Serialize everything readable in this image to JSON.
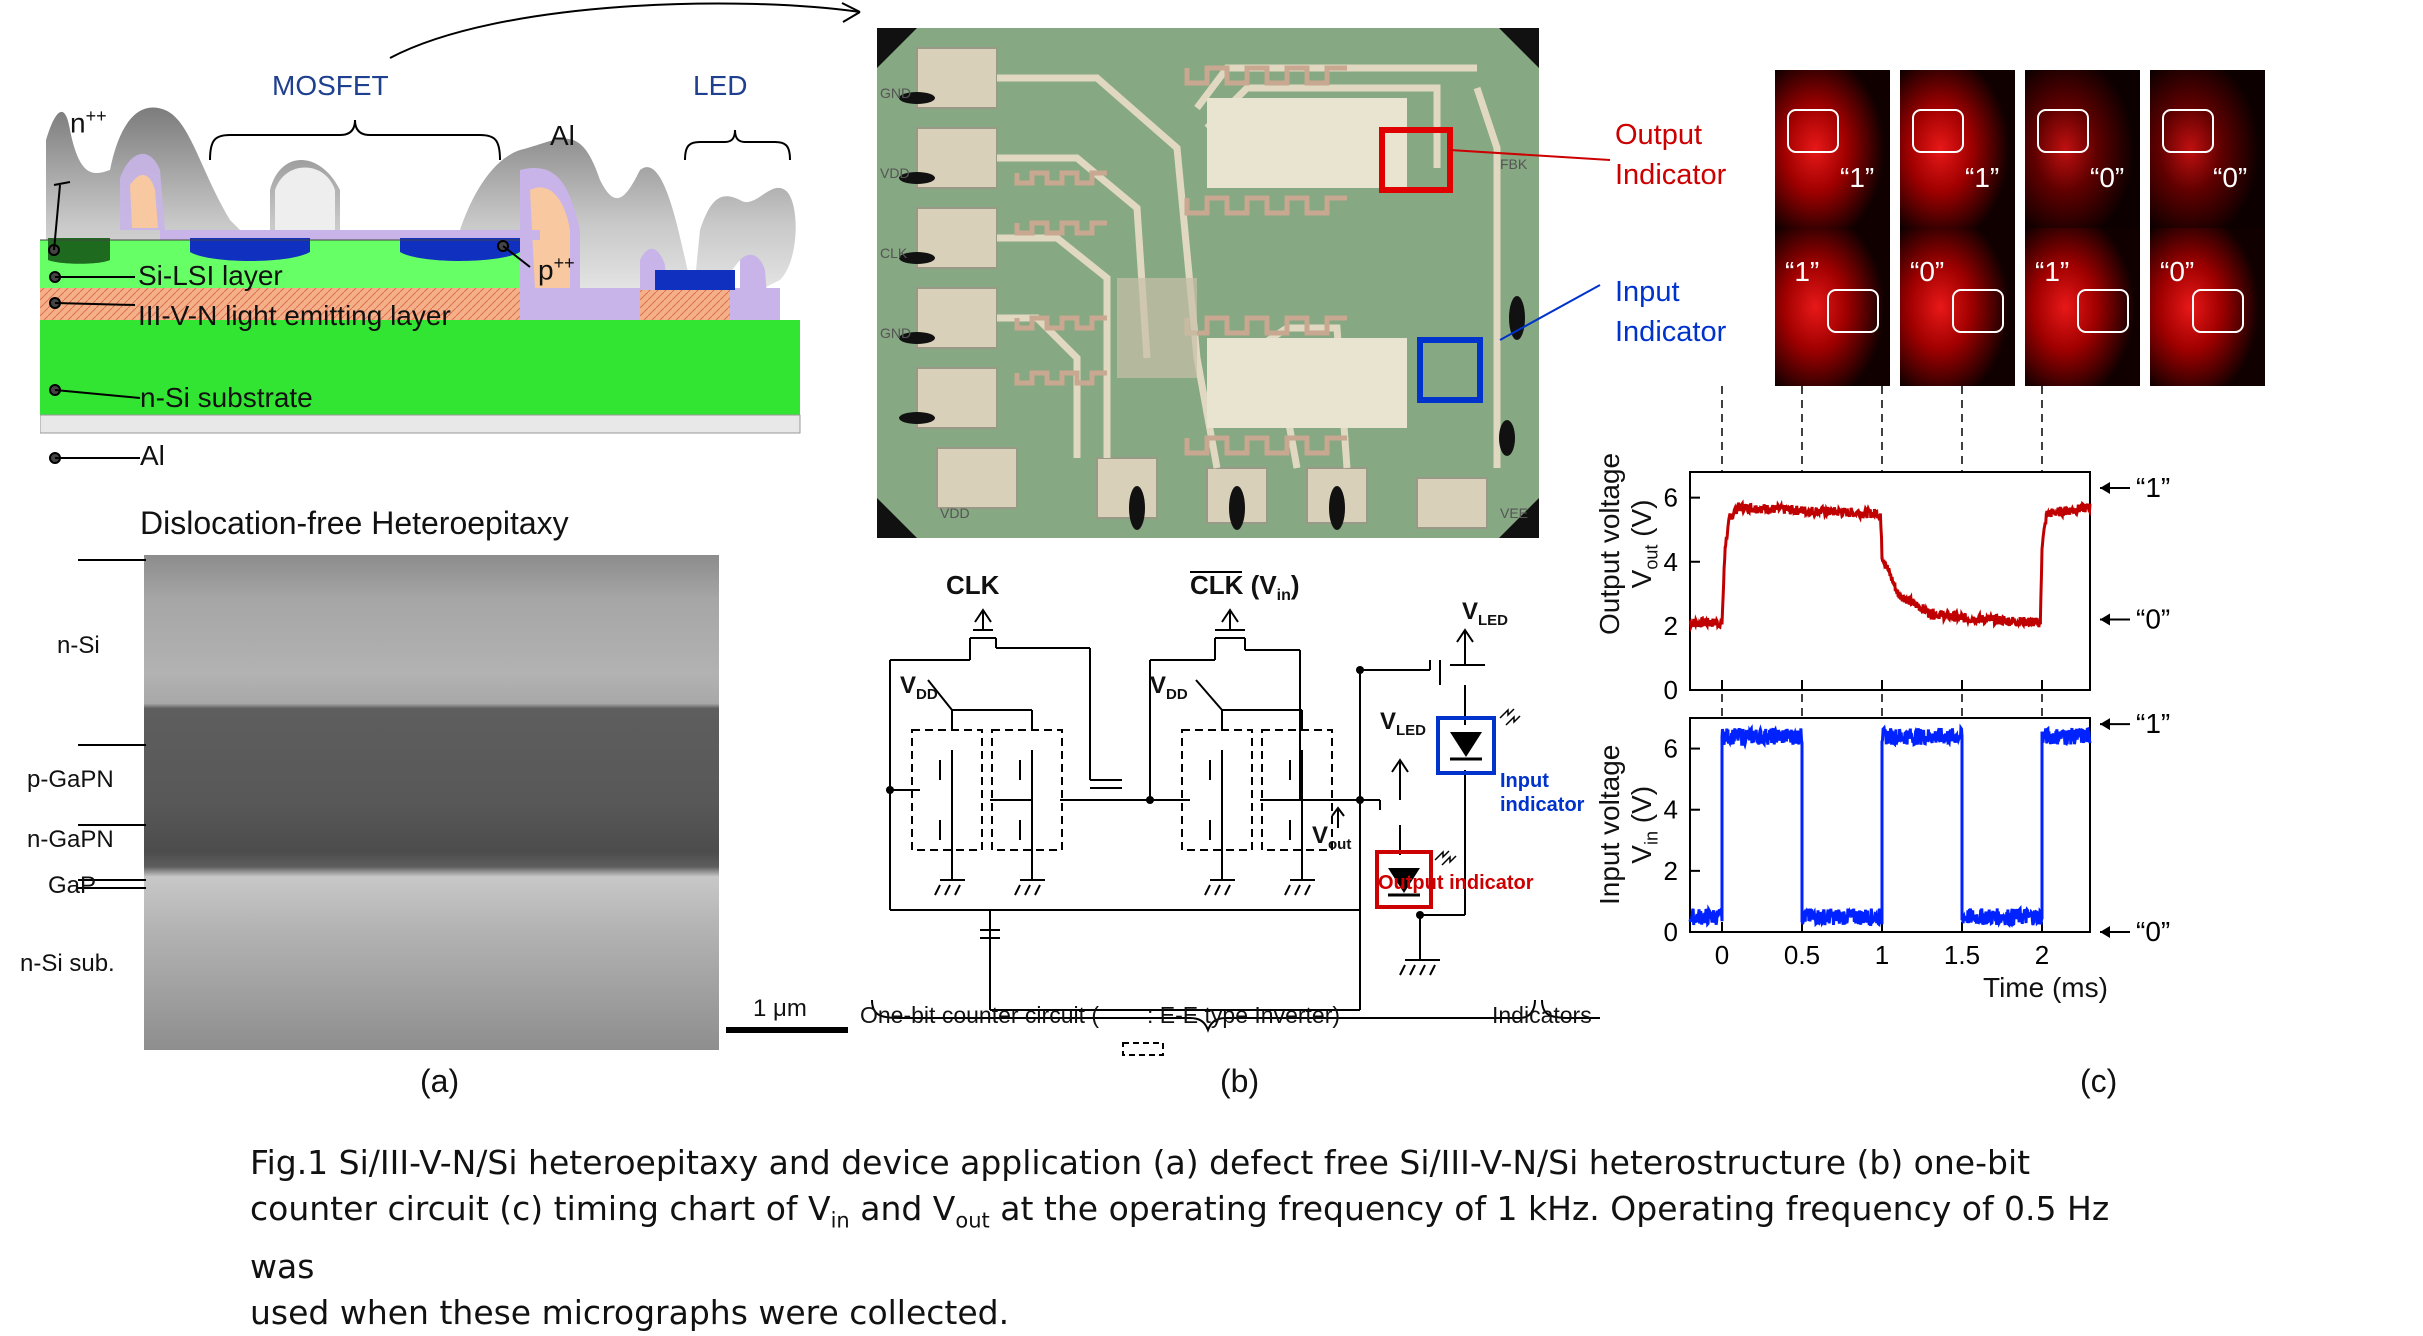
{
  "figure": {
    "panel_a": {
      "cross_section": {
        "labels": {
          "mosfet": "MOSFET",
          "led": "LED",
          "al_top": "Al",
          "npp": "n",
          "npp_sup": "++",
          "ppp": "p",
          "ppp_sup": "++",
          "si_lsi": "Si-LSI layer",
          "iiivn": "III-V-N light emitting layer",
          "nsi": "n-Si substrate",
          "al_bottom": "Al"
        },
        "colors": {
          "si_layer": "#66ff66",
          "substrate": "#33e533",
          "mosfet_blue": "#1030c0",
          "al_gray": "#b8b8b8",
          "emitting": "#f8a070",
          "npp_green": "#1e6a1e"
        }
      },
      "tem": {
        "title": "Dislocation-free Heteroepitaxy",
        "layers": [
          "n-Si",
          "p-GaPN",
          "n-GaPN",
          "GaP",
          "n-Si sub."
        ],
        "scale_bar": "1 μm"
      },
      "label": "(a)"
    },
    "panel_b": {
      "micrograph": {
        "pad_labels": [
          "GND",
          "VDD",
          "CLK",
          "GND",
          "VDD",
          "FBK",
          "VEE"
        ],
        "output_indicator": "Output\nIndicator",
        "input_indicator": "Input\nIndicator",
        "output_indicator_lines": [
          "Output",
          "Indicator"
        ],
        "input_indicator_lines": [
          "Input",
          "Indicator"
        ],
        "colors": {
          "output": "#cc0000",
          "input": "#0033cc",
          "chip_bg": "#7fa27a"
        }
      },
      "circuit": {
        "clk": "CLK",
        "clk_bar": "CLK",
        "vin_paren": " (V",
        "vin_sub": "in",
        "vin_close": ")",
        "vdd": "V",
        "vdd_sub": "DD",
        "vout": "V",
        "vout_sub": "out",
        "vled": "V",
        "vled_sub": "LED",
        "output_indicator": "Output indicator",
        "input_indicator_1": "Input",
        "input_indicator_2": "indicator",
        "brace_left": "One-bit counter circuit (",
        "brace_left_mid": ": E-E type Inverter)",
        "brace_right": "Indicators"
      },
      "label": "(b)"
    },
    "panel_c": {
      "led_frames": {
        "top_states": [
          "“1”",
          "“1”",
          "“0”",
          "“0”"
        ],
        "bottom_states": [
          "“1”",
          "“0”",
          "“1”",
          "“0”"
        ]
      },
      "label": "(c)"
    }
  },
  "chart_data": [
    {
      "type": "line",
      "ylabel": "Output voltage V_out (V)",
      "ylabel_1": "Output voltage",
      "ylabel_2": "V",
      "ylabel_2_sub": "out",
      "ylabel_2_unit": " (V)",
      "xlim": [
        -0.2,
        2.3
      ],
      "ylim": [
        0,
        6.8
      ],
      "yticks": [
        0,
        2,
        4,
        6
      ],
      "color": "#c00000",
      "right_markers": [
        {
          "y": 6.3,
          "label": "“1”"
        },
        {
          "y": 2.2,
          "label": "“0”"
        }
      ],
      "series": [
        {
          "x": [
            -0.2,
            0.0,
            0.02,
            0.05,
            0.1,
            0.5,
            0.99,
            1.0,
            1.1,
            1.3,
            1.5,
            1.99,
            2.0,
            2.03,
            2.3
          ],
          "y": [
            2.1,
            2.1,
            4.5,
            5.4,
            5.7,
            5.6,
            5.5,
            4.2,
            3.0,
            2.4,
            2.25,
            2.1,
            4.5,
            5.5,
            5.7
          ]
        }
      ]
    },
    {
      "type": "line",
      "ylabel": "Input voltage V_in (V)",
      "ylabel_1": "Input voltage",
      "ylabel_2": "V",
      "ylabel_2_sub": "in",
      "ylabel_2_unit": " (V)",
      "xlabel": "Time (ms)",
      "xlim": [
        -0.2,
        2.3
      ],
      "ylim": [
        0,
        7
      ],
      "yticks": [
        0,
        2,
        4,
        6
      ],
      "xticks": [
        0,
        0.5,
        1,
        1.5,
        2
      ],
      "xtick_labels": [
        "0",
        "0.5",
        "1",
        "1.5",
        "2"
      ],
      "color": "#0022ff",
      "right_markers": [
        {
          "y": 6.8,
          "label": "“1”"
        },
        {
          "y": 0,
          "label": "“0”"
        }
      ],
      "series": [
        {
          "x": [
            -0.2,
            0.0,
            0.0,
            0.5,
            0.5,
            1.0,
            1.0,
            1.5,
            1.5,
            2.0,
            2.0,
            2.3
          ],
          "y": [
            0.5,
            0.5,
            6.4,
            6.4,
            0.5,
            0.5,
            6.4,
            6.4,
            0.5,
            0.5,
            6.4,
            6.4
          ]
        }
      ]
    }
  ],
  "caption": {
    "line1": "Fig.1 Si/III-V-N/Si heteroepitaxy and device application (a) defect free Si/III-V-N/Si heterostructure (b) one-bit",
    "line2_a": "counter circuit (c) timing chart of V",
    "line2_sub1": "in",
    "line2_b": " and V",
    "line2_sub2": "out",
    "line2_c": " at the operating frequency of 1 kHz. Operating frequency of 0.5 Hz was",
    "line3": "used when these micrographs were collected."
  }
}
